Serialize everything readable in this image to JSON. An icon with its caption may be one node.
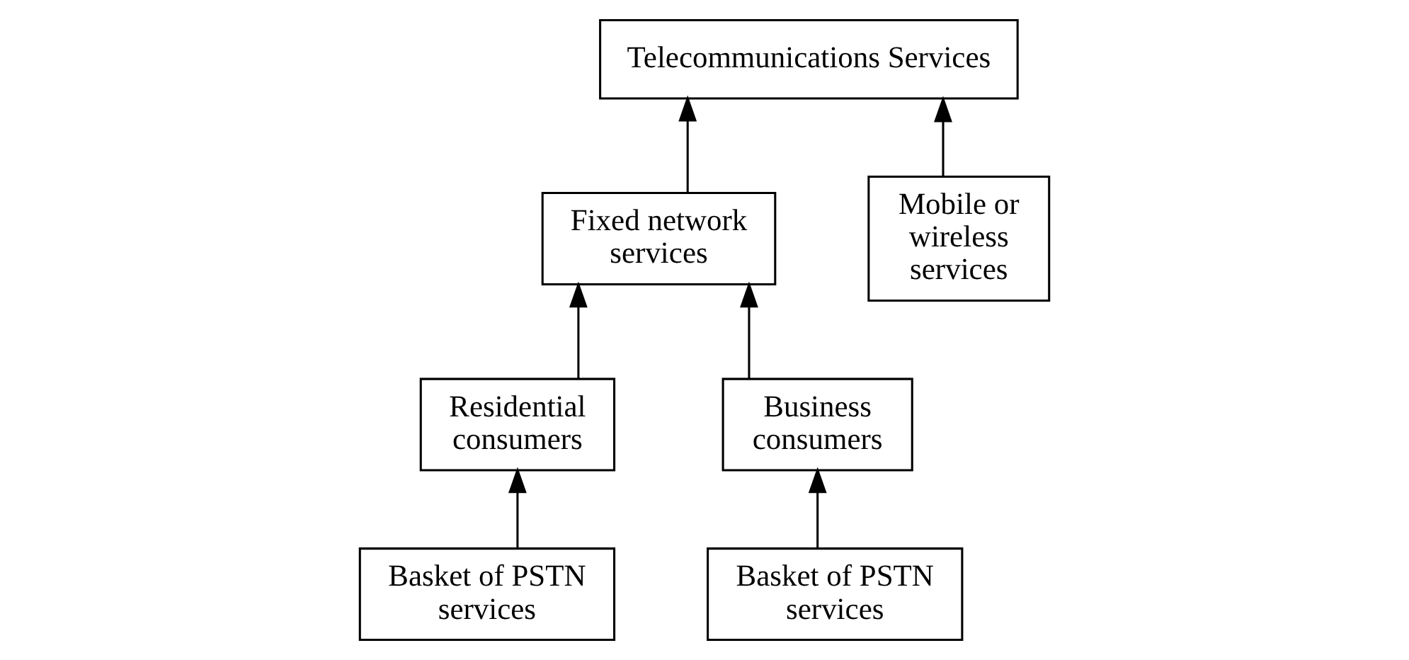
{
  "diagram": {
    "nodes": [
      {
        "text": [
          "Telecommunications Services"
        ]
      },
      {
        "text": [
          "Fixed network services"
        ]
      },
      {
        "text": [
          "Mobile or wireless services"
        ]
      },
      {
        "text": [
          "Residential consumers"
        ]
      },
      {
        "text": [
          "Business consumers"
        ]
      },
      {
        "text": [
          "Basket of PSTN services"
        ]
      },
      {
        "text": [
          "Basket of PSTN services"
        ]
      }
    ],
    "edges": [
      {
        "from": 1,
        "to": 0,
        "arrow": "to"
      },
      {
        "from": 2,
        "to": 0,
        "arrow": "to"
      },
      {
        "from": 3,
        "to": 1,
        "arrow": "to"
      },
      {
        "from": 4,
        "to": 1,
        "arrow": "to"
      },
      {
        "from": 5,
        "to": 3,
        "arrow": "to"
      },
      {
        "from": 6,
        "to": 4,
        "arrow": "to"
      }
    ]
  }
}
